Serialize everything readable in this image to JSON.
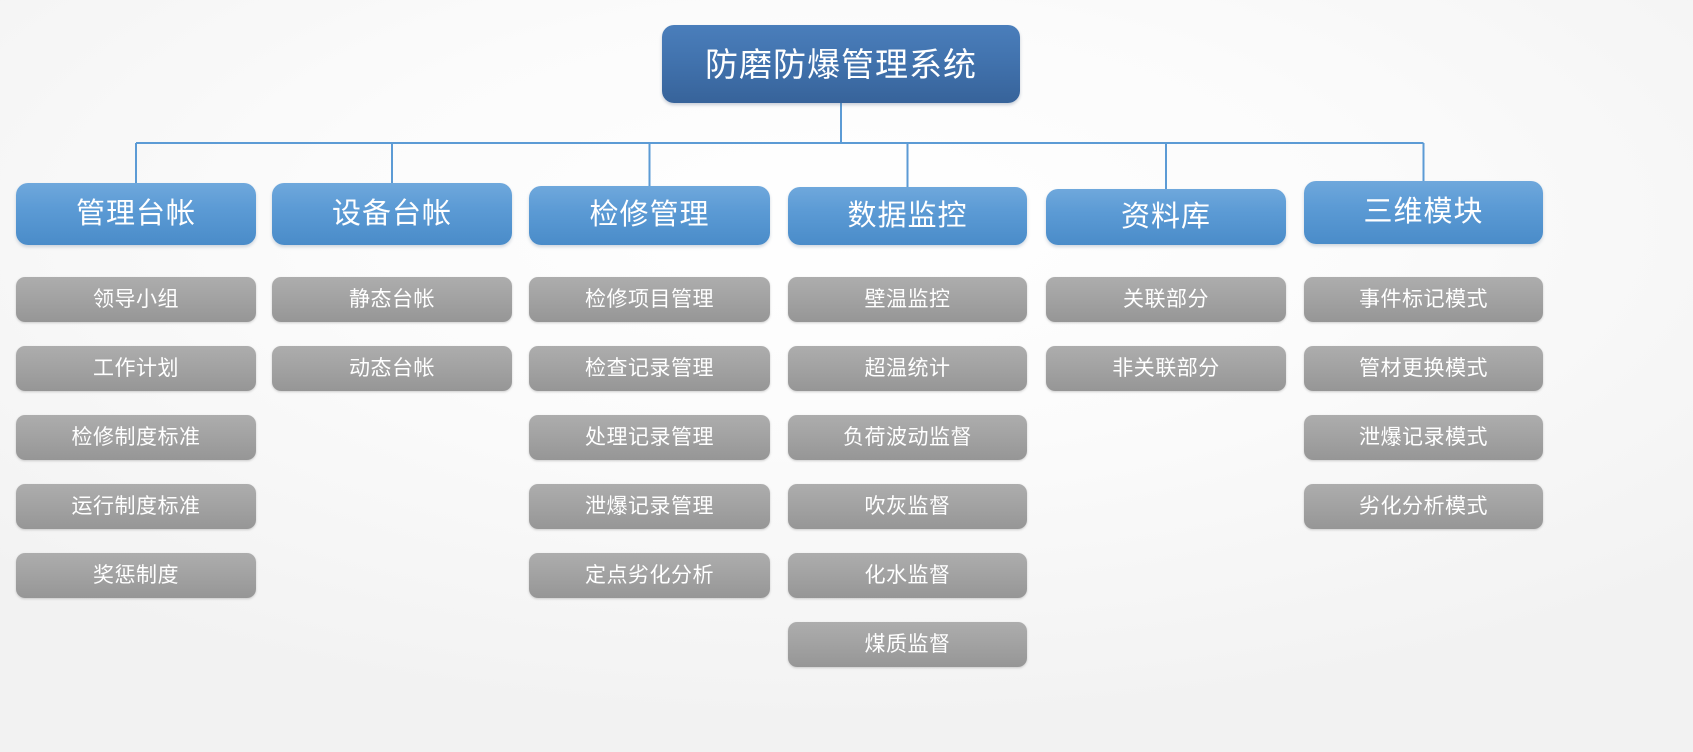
{
  "diagram": {
    "type": "organizational-tree",
    "title": "防磨防爆管理系统",
    "colors": {
      "root_fill": "#4172ad",
      "branch_fill": "#5c9bd5",
      "leaf_fill": "#a3a3a3",
      "connector": "#5c9bd5",
      "label_text": "#ffffff",
      "background": "#f7f7f7"
    },
    "root": {
      "label": "防磨防爆管理系统"
    },
    "branches": [
      {
        "label": "管理台帐",
        "children": [
          {
            "label": "领导小组"
          },
          {
            "label": "工作计划"
          },
          {
            "label": "检修制度标准"
          },
          {
            "label": "运行制度标准"
          },
          {
            "label": "奖惩制度"
          }
        ]
      },
      {
        "label": "设备台帐",
        "children": [
          {
            "label": "静态台帐"
          },
          {
            "label": "动态台帐"
          }
        ]
      },
      {
        "label": "检修管理",
        "children": [
          {
            "label": "检修项目管理"
          },
          {
            "label": "检查记录管理"
          },
          {
            "label": "处理记录管理"
          },
          {
            "label": "泄爆记录管理"
          },
          {
            "label": "定点劣化分析"
          }
        ]
      },
      {
        "label": "数据监控",
        "children": [
          {
            "label": "壁温监控"
          },
          {
            "label": "超温统计"
          },
          {
            "label": "负荷波动监督"
          },
          {
            "label": "吹灰监督"
          },
          {
            "label": "化水监督"
          },
          {
            "label": "煤质监督"
          }
        ]
      },
      {
        "label": "资料库",
        "children": [
          {
            "label": "关联部分"
          },
          {
            "label": "非关联部分"
          }
        ]
      },
      {
        "label": "三维模块",
        "children": [
          {
            "label": "事件标记模式"
          },
          {
            "label": "管材更换模式"
          },
          {
            "label": "泄爆记录模式"
          },
          {
            "label": "劣化分析模式"
          }
        ]
      }
    ]
  }
}
